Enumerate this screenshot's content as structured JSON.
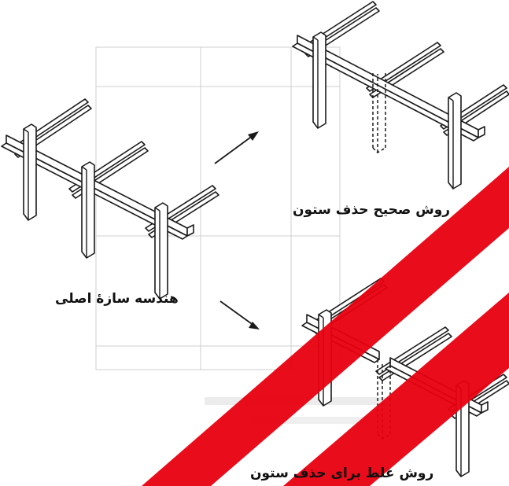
{
  "labels": {
    "original_geometry": "هندسه سازهٔ اصلی",
    "correct_removal": "روش صحیح حذف ستون",
    "incorrect_removal": "روش غلط برای حذف ستون"
  },
  "colors": {
    "line": "#1a1a1a",
    "watermark_stripe": "#e8000f",
    "background_ghost": "#cfcfcf"
  }
}
